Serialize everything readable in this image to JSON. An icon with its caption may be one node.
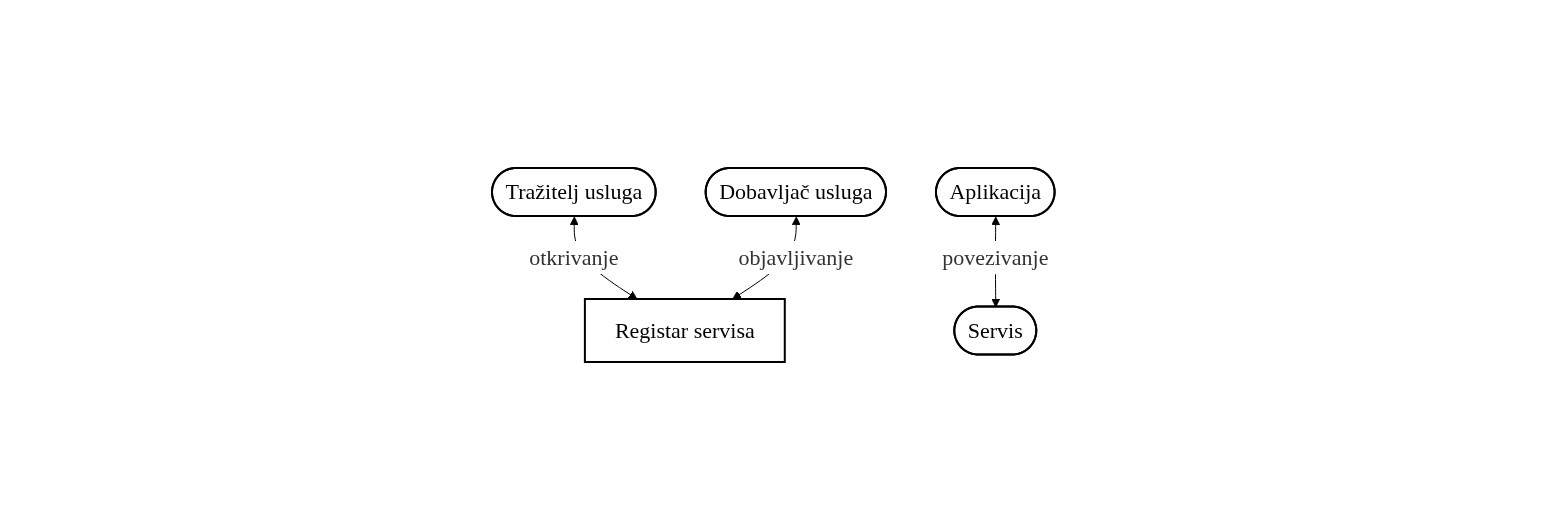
{
  "diagram": {
    "nodes": [
      {
        "text": [
          "Tražitelj usluga"
        ]
      },
      {
        "text": [
          "Aplikacija"
        ]
      },
      {
        "text": [
          "Dobavljač usluga"
        ]
      },
      {
        "text": [
          "Servis"
        ]
      },
      {
        "text": [
          "Registar servisa"
        ]
      }
    ],
    "edges": [
      {
        "from": 1,
        "to": 3,
        "arrow": "both",
        "label": "povezivanje"
      },
      {
        "from": 0,
        "to": 4,
        "arrow": "both",
        "label": "otkrivanje"
      },
      {
        "from": 2,
        "to": 4,
        "arrow": "both",
        "label": "objavljivanje"
      }
    ]
  }
}
